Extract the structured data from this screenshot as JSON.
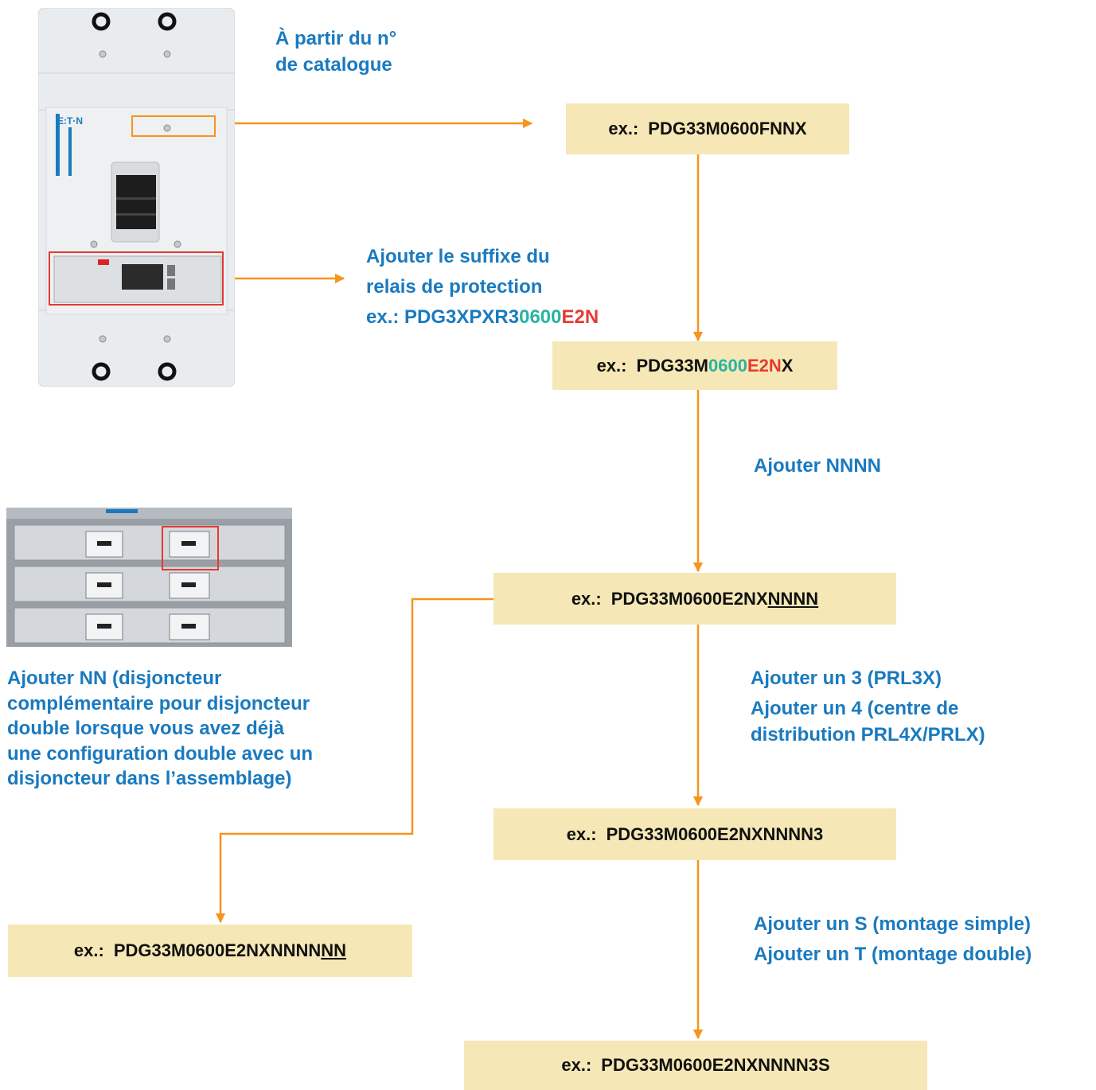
{
  "intro_label": [
    "À partir du n°",
    "de catalogue"
  ],
  "code_prefix": "ex.:",
  "codes": {
    "c1": "PDG33M0600FNNX",
    "c2": {
      "a": "PDG33M",
      "b": "0600",
      "c": "E2N",
      "d": "X"
    },
    "c3": {
      "a": "PDG33M0600E2NX",
      "b": "NNNN"
    },
    "c4": "PDG33M0600E2NXNNNN3",
    "c5": "PDG33M0600E2NXNNNN3S",
    "c6": {
      "a": "PDG33M0600E2NXNNNN",
      "b": "NN"
    }
  },
  "relay_note": {
    "line1": "Ajouter le suffixe du",
    "line2": "relais de protection",
    "example": {
      "a": "ex.: PDG3XPXR3",
      "b": "0600",
      "c": "E2N"
    }
  },
  "step_nnnn": "Ajouter NNNN",
  "step_3_4": [
    "Ajouter un 3 (PRL3X)",
    "Ajouter un 4 (centre de",
    "distribution PRL4X/PRLX)"
  ],
  "step_s_t": [
    "Ajouter un S (montage simple)",
    "Ajouter un T (montage double)"
  ],
  "step_nn": [
    "Ajouter NN (disjoncteur",
    "complémentaire pour disjoncteur",
    "double lorsque vous avez déjà",
    "une configuration double avec un",
    "disjoncteur dans l’assemblage)"
  ],
  "device_brand": "E:T·N",
  "colors": {
    "arrow": "#f7941d",
    "box": "#f6e8b6",
    "label": "#1a7abf",
    "teal": "#29b3a2",
    "red": "#e53a32",
    "highlight": "#e53a32"
  }
}
